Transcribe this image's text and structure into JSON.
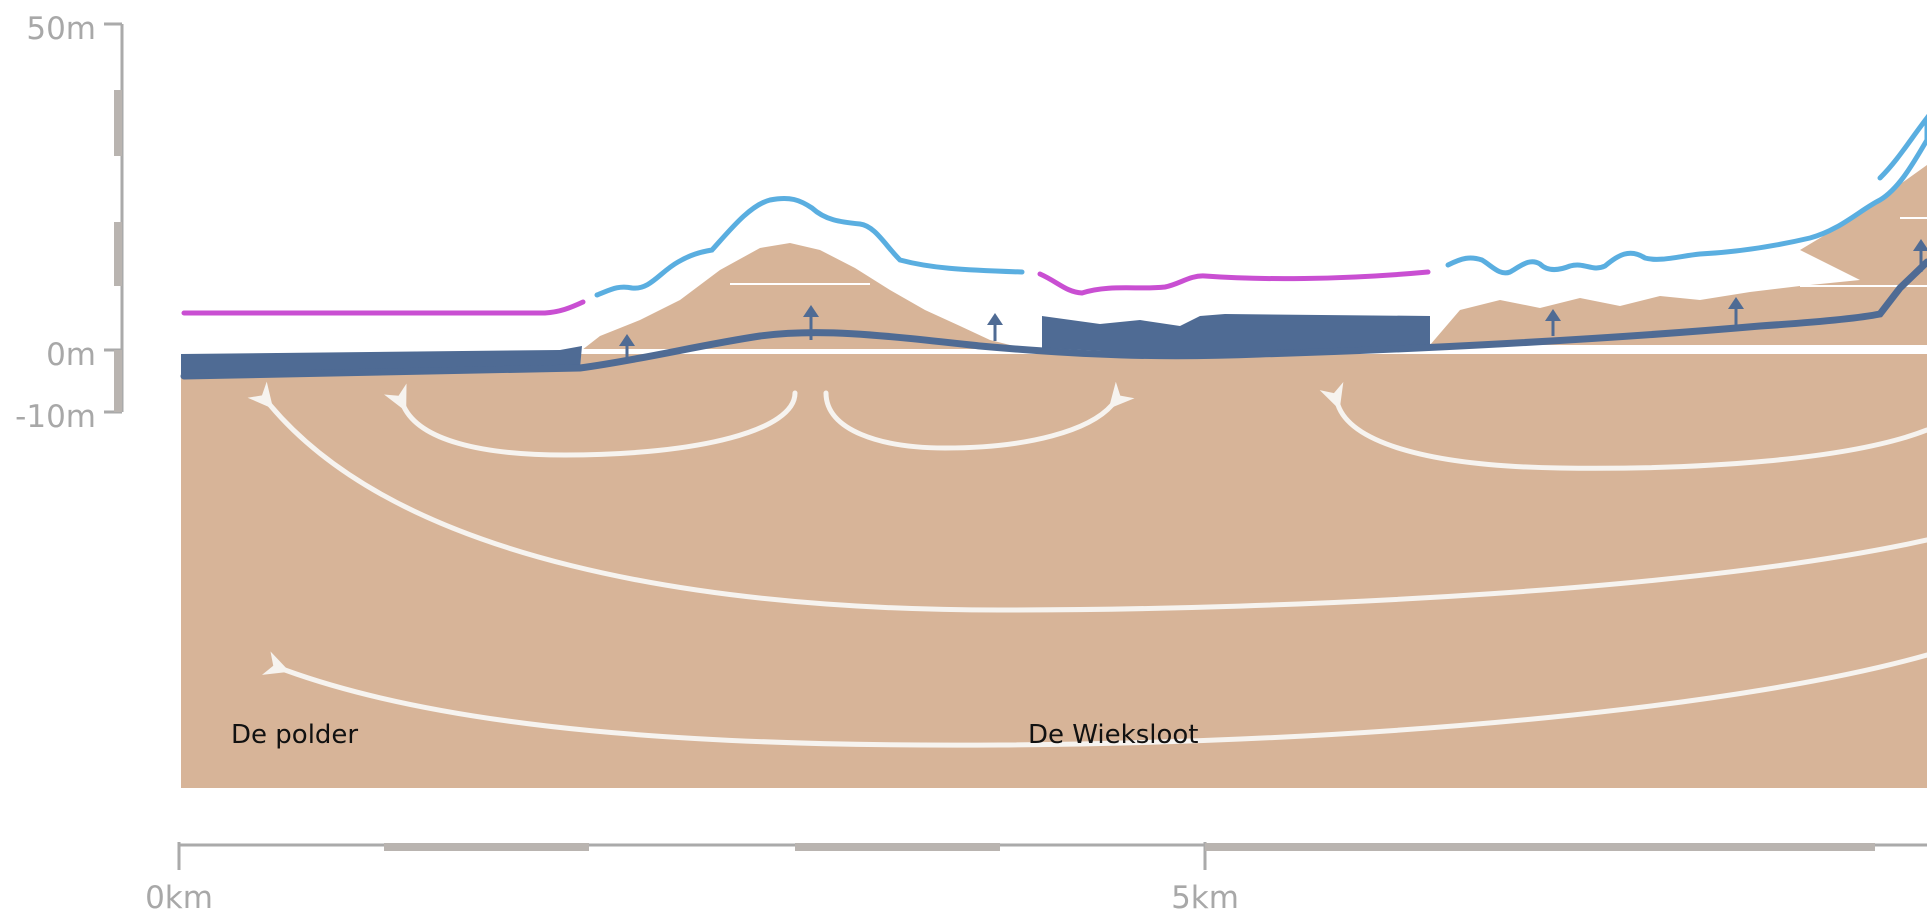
{
  "vertical_axis": {
    "tick_labels": [
      "50m",
      "0m",
      "-10m"
    ]
  },
  "horizontal_axis": {
    "tick_labels": [
      "0km",
      "5km"
    ]
  },
  "places": [
    "De polder",
    "De Wieksloot"
  ],
  "colors": {
    "soil": "#d7b498",
    "groundwater": "#4f6b94",
    "surface_water": "#4f6b94",
    "groundwater_arrows": "#4f6b94",
    "surface_profile": "#5aaee0",
    "water_level_profile": "#c94fd2",
    "flow_arrows": "#f6f3ef",
    "axis": "#aaaaaa",
    "label_text": "#111111"
  },
  "icons": [
    "flow-arrow",
    "upward-seepage-arrow"
  ]
}
